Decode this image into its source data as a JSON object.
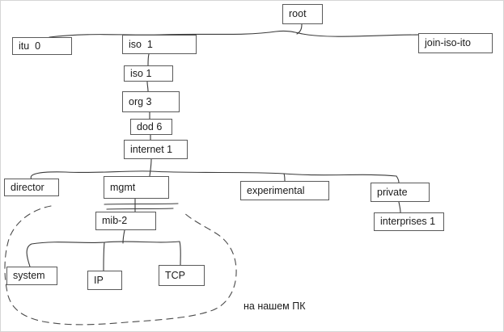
{
  "diagram": {
    "kind": "hand-drawn OID / MIB tree",
    "colors": {
      "line": "#3a3a3a",
      "box_border": "#5a5a5a",
      "background": "#ffffff",
      "text": "#1b1b1b"
    },
    "nodes": {
      "root": {
        "label": "root"
      },
      "itu": {
        "label": "itu  0"
      },
      "iso_top": {
        "label": "iso  1"
      },
      "join_iso_ito": {
        "label": "join-iso-ito"
      },
      "iso2": {
        "label": "iso 1"
      },
      "org": {
        "label": "org 3"
      },
      "dod": {
        "label": "dod 6"
      },
      "internet": {
        "label": "internet 1"
      },
      "director": {
        "label": "director"
      },
      "mgmt": {
        "label": "mgmt"
      },
      "experimental": {
        "label": "experimental"
      },
      "private": {
        "label": "private"
      },
      "interprises": {
        "label": "interprises 1"
      },
      "mib2": {
        "label": "mib-2"
      },
      "system": {
        "label": "system"
      },
      "ip": {
        "label": "IP"
      },
      "tcp": {
        "label": "TCP"
      }
    },
    "annotation": "на нашем ПК"
  }
}
